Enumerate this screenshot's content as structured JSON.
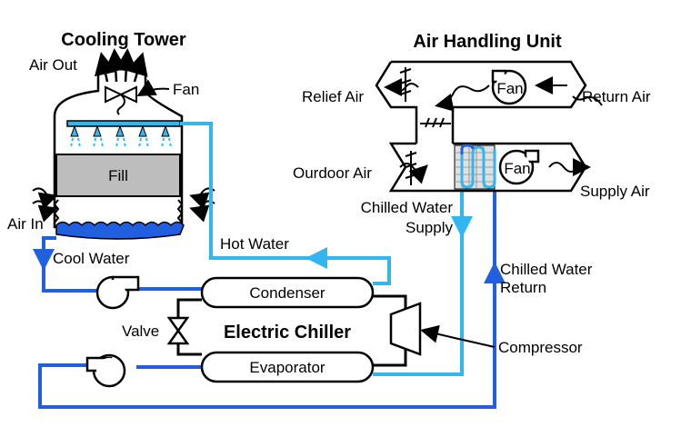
{
  "titles": {
    "cooling_tower": "Cooling Tower",
    "air_handling_unit": "Air Handling Unit",
    "chiller": "Electric Chiller"
  },
  "cooling_tower": {
    "air_out": "Air Out",
    "fan": "Fan",
    "fill": "Fill",
    "air_in": "Air In"
  },
  "ahu": {
    "relief_air": "Relief Air",
    "fan_top": "Fan",
    "return_air": "Return Air",
    "outdoor_air": "Ourdoor Air",
    "fan_bottom": "Fan",
    "supply_air": "Supply Air"
  },
  "pipes": {
    "hot_water": "Hot Water",
    "cool_water": "Cool Water",
    "chilled_supply_1": "Chilled Water",
    "chilled_supply_2": "Supply",
    "chilled_return_1": "Chilled Water",
    "chilled_return_2": "Return"
  },
  "chiller": {
    "condenser": "Condenser",
    "evaporator": "Evaporator",
    "valve": "Valve",
    "compressor": "Compressor"
  },
  "colors": {
    "dark_blue": "#1f5fe0",
    "light_blue": "#33b5f0",
    "fill_gray": "#bdbdbd",
    "basin_blue": "#1f5fe0"
  }
}
